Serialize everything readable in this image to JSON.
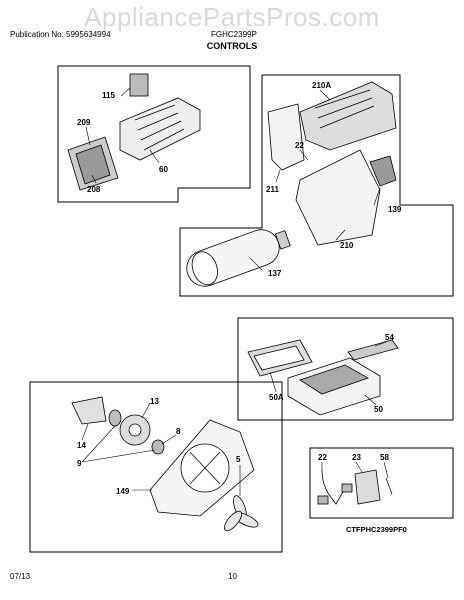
{
  "watermark": "AppliancePartsPros.com",
  "header": {
    "publication": "Publication No: 5995634994",
    "model": "FGHC2399P"
  },
  "title": "CONTROLS",
  "callouts": {
    "c115": "115",
    "c209": "209",
    "c60": "60",
    "c208": "208",
    "c210A": "210A",
    "c22a": "22",
    "c211": "211",
    "c139": "139",
    "c210": "210",
    "c137": "137",
    "c54": "54",
    "c50A": "50A",
    "c50": "50",
    "c13": "13",
    "c14": "14",
    "c8": "8",
    "c9": "9",
    "c5": "5",
    "c149": "149",
    "c22b": "22",
    "c23": "23",
    "c58": "58"
  },
  "diagram_code": "CTFPHC2399PF0",
  "footer": {
    "date": "07/13",
    "page": "10"
  }
}
